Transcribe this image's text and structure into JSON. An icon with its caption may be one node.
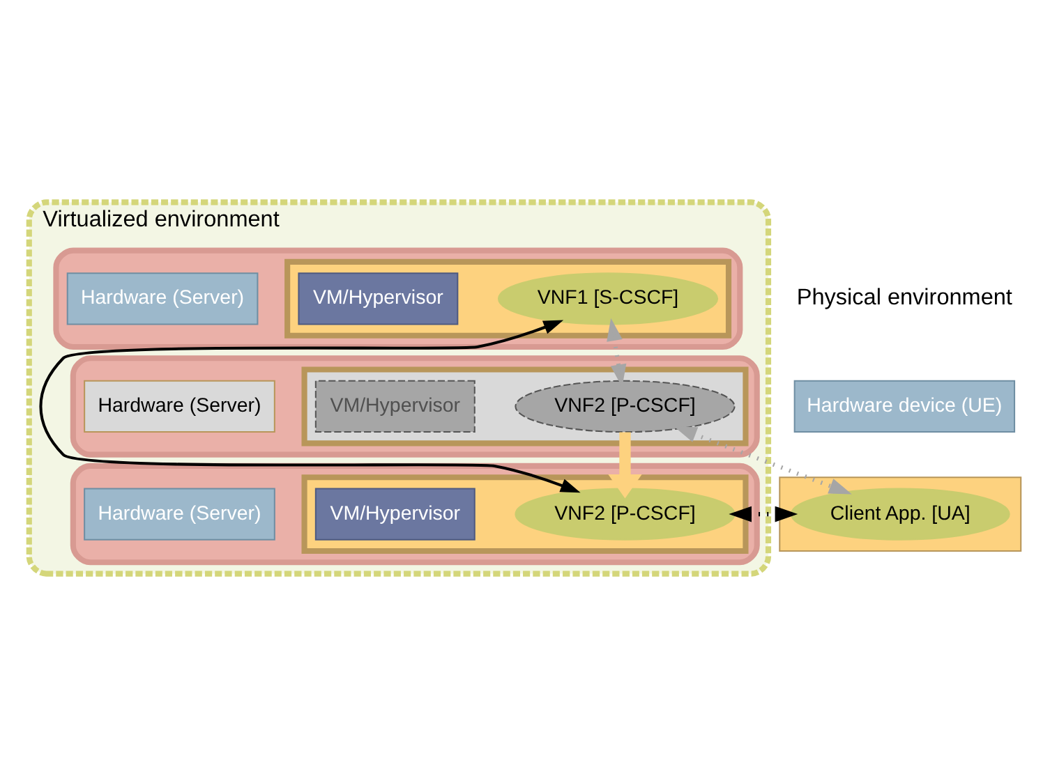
{
  "diagram": {
    "nodes": [
      {
        "text": [
          "Virtualized environment"
        ]
      },
      {
        "text": [],
        "shape": "box",
        "in": 0
      },
      {
        "text": [],
        "shape": "box",
        "in": 1
      },
      {
        "text": [
          "VNF1 [S-CSCF]"
        ],
        "in": 2
      },
      {
        "text": [
          "VM/Hypervisor"
        ],
        "in": 2
      },
      {
        "text": [
          "Hardware (Server)"
        ],
        "in": 1
      },
      {
        "text": [],
        "shape": "box",
        "in": 0
      },
      {
        "text": [],
        "shape": "box",
        "in": 6
      },
      {
        "text": [
          "VNF2 [P-CSCF]"
        ],
        "in": 7
      },
      {
        "text": [
          "VM/Hypervisor"
        ],
        "in": 7
      },
      {
        "text": [
          "Hardware (Server)"
        ],
        "in": 6
      },
      {
        "text": [],
        "shape": "box",
        "in": 0
      },
      {
        "text": [],
        "shape": "box",
        "in": 11
      },
      {
        "text": [
          "VNF2 [P-CSCF]"
        ],
        "in": 12
      },
      {
        "text": [
          "VM/Hypervisor"
        ],
        "in": 12
      },
      {
        "text": [
          "Hardware (Server)"
        ],
        "in": 11
      },
      {
        "text": [],
        "shape": "box"
      },
      {
        "text": [
          "Client App. [UA]"
        ],
        "in": 16
      },
      {
        "text": [
          "Hardware device (UE)"
        ]
      }
    ],
    "edges": [
      {
        "from": 3,
        "to": 8,
        "arrow": "both",
        "style": "dashed",
        "color": "#a6a6a6"
      },
      {
        "from": 8,
        "to": 17,
        "arrow": "both",
        "style": "dashed",
        "color": "#a6a6a6"
      },
      {
        "from": 3,
        "to": 13,
        "arrow": "both",
        "color": "#000000"
      },
      {
        "from": 17,
        "to": 13,
        "arrow": "both",
        "style": "dashed",
        "color": "#000000"
      },
      {
        "from": 8,
        "to": 13,
        "arrow": "to",
        "style": "thick",
        "color": "#fdd27f"
      }
    ],
    "labels": [
      "Physical environment"
    ]
  }
}
